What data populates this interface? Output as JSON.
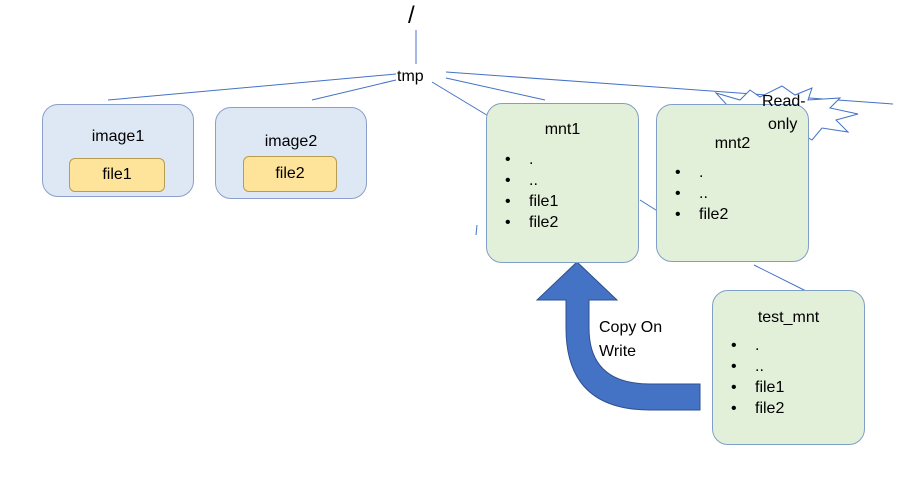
{
  "tree": {
    "root": "/",
    "tmp": "tmp"
  },
  "images": [
    {
      "name": "image1",
      "file": "file1"
    },
    {
      "name": "image2",
      "file": "file2"
    }
  ],
  "mounts": {
    "mnt1": {
      "name": "mnt1",
      "entries": [
        ".",
        "..",
        "file1",
        "file2"
      ]
    },
    "mnt2": {
      "name": "mnt2",
      "entries": [
        ".",
        "..",
        "file2"
      ]
    },
    "test_mnt": {
      "name": "test_mnt",
      "entries": [
        ".",
        "..",
        "file1",
        "file2"
      ]
    }
  },
  "badges": {
    "read_only_line1": "Read-",
    "read_only_line2": "only"
  },
  "arrow": {
    "label_line1": "Copy On",
    "label_line2": "Write",
    "color": "#4472c4"
  },
  "colors": {
    "line": "#4472c4",
    "image_box_fill": "#dee8f4",
    "mount_box_fill": "#e2efd9",
    "file_fill": "#fde49a"
  }
}
